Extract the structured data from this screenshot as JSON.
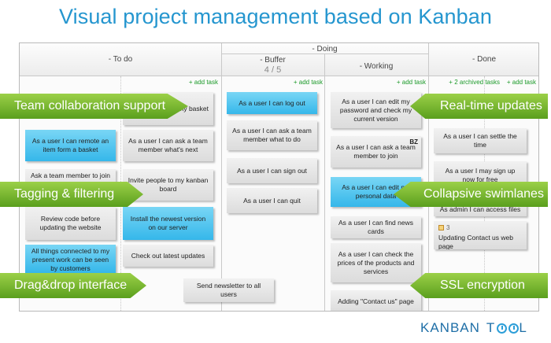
{
  "headline": "Visual project management based on Kanban",
  "columns": {
    "todo": "- To do",
    "doing": "- Doing",
    "buffer": "- Buffer",
    "buffer_wip": "4 / 5",
    "working": "- Working",
    "done": "- Done"
  },
  "add_task": "+ add task",
  "archived_tasks": "+ 2 archived tasks",
  "cards": {
    "todo": [
      "ck the my basket",
      "As a user I can remote an item form a basket",
      "As a user I can ask a team member what's next",
      "Ask a team member to join my",
      "Invite people to my kanban board",
      "Review code before updating the website",
      "Install the newest version on our server",
      "All things connected to my present work can be seen by customers",
      "Check out latest updates",
      "Send newsletter to all users"
    ],
    "buffer": [
      "As a user I can log out",
      "As a user I can ask a team member what to do",
      "As a user I can sign out",
      "As a user I can quit"
    ],
    "working": [
      "As a user I can edit my password and check my current version",
      "As a user I can ask a team member to join",
      "As a user I can edit my personal data",
      "As a user I can find news cards",
      "As a user I can check the prices of the products and services",
      "Adding \"Contact us\" page"
    ],
    "working_badge": "BZ",
    "done": [
      "As a user I can settle the time",
      "As a user I may sign up now for free",
      "As admin I can access files",
      "Updating Contact us web page"
    ],
    "done_count": "3"
  },
  "features": {
    "team": "Team collaboration support",
    "tagging": "Tagging & filtering",
    "dragdrop": "Drag&drop interface",
    "realtime": "Real-time updates",
    "swimlanes": "Collapsive swimlanes",
    "ssl": "SSL encryption"
  },
  "logo": {
    "part1": "KANBAN",
    "part2a": "T",
    "part2b": "L"
  },
  "colors": {
    "accent": "#2596cf",
    "ribbon": "#6eb22a",
    "card_blue": "#46c0ee",
    "add_task": "#1c9a2a"
  }
}
